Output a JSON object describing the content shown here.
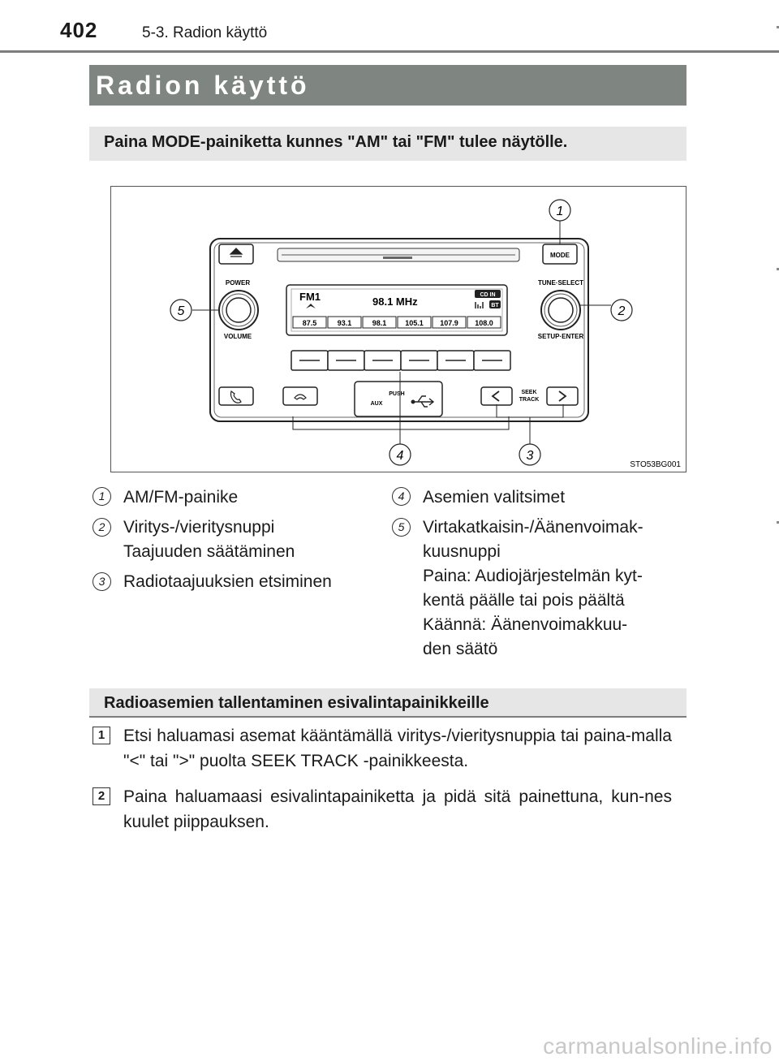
{
  "header": {
    "page_number": "402",
    "section": "5-3. Radion käyttö"
  },
  "title": "Radion käyttö",
  "instruction": "Paina MODE-painiketta kunnes \"AM\" tai \"FM\" tulee näytölle.",
  "figure": {
    "code": "STO53BG001",
    "callouts": [
      "1",
      "2",
      "3",
      "4",
      "5"
    ],
    "labels": {
      "power": "POWER",
      "volume": "VOLUME",
      "mode": "MODE",
      "tune_select": "TUNE·SELECT",
      "setup_enter": "SETUP·ENTER",
      "seek": "SEEK",
      "track": "TRACK",
      "push": "PUSH",
      "aux": "AUX"
    },
    "display": {
      "band": "FM1",
      "frequency": "98.1 MHz",
      "cd_in": "CD IN",
      "bt": "BT",
      "presets": [
        "87.5",
        "93.1",
        "98.1",
        "105.1",
        "107.9",
        "108.0"
      ]
    }
  },
  "legend": {
    "left": [
      {
        "num": "1",
        "text": "AM/FM-painike"
      },
      {
        "num": "2",
        "lines": [
          "Viritys-/vieritysnuppi",
          "Taajuuden säätäminen"
        ]
      },
      {
        "num": "3",
        "text": "Radiotaajuuksien etsiminen"
      }
    ],
    "right": [
      {
        "num": "4",
        "text": "Asemien valitsimet"
      },
      {
        "num": "5",
        "lines": [
          "Virtakatkaisin-/Äänenvoimak-",
          "kuusnuppi",
          "Paina: Audiojärjestelmän kyt-",
          "kentä päälle tai pois päältä",
          "Käännä: Äänenvoimakkuu-",
          "den säätö"
        ]
      }
    ]
  },
  "subsection": "Radioasemien tallentaminen esivalintapainikkeille",
  "steps": [
    {
      "num": "1",
      "text": "Etsi haluamasi asemat kääntämällä viritys-/vieritysnuppia tai paina-malla \"<\" tai \">\" puolta SEEK TRACK -painikkeesta."
    },
    {
      "num": "2",
      "text": "Paina haluamaasi esivalintapainiketta ja pidä sitä painettuna, kun-nes kuulet piippauksen."
    }
  ],
  "watermark": "carmanualsonline.info"
}
